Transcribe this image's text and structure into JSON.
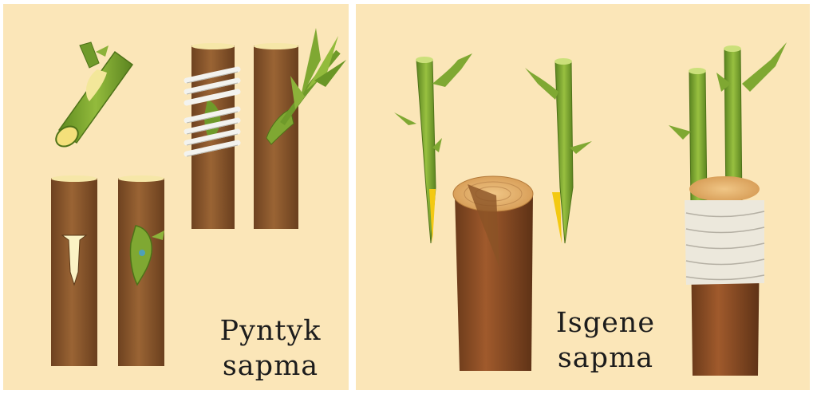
{
  "panels": [
    {
      "caption_line1": "Pyntyk",
      "caption_line2": "sapma"
    },
    {
      "caption_line1": "Isgene",
      "caption_line2": "sapma"
    }
  ],
  "colors": {
    "background": "#fbe6b8",
    "bark": "#8b5a2b",
    "scion_green": "#7fa832",
    "cambium_yellow": "#f2d03a",
    "tape": "#e9e6df"
  }
}
